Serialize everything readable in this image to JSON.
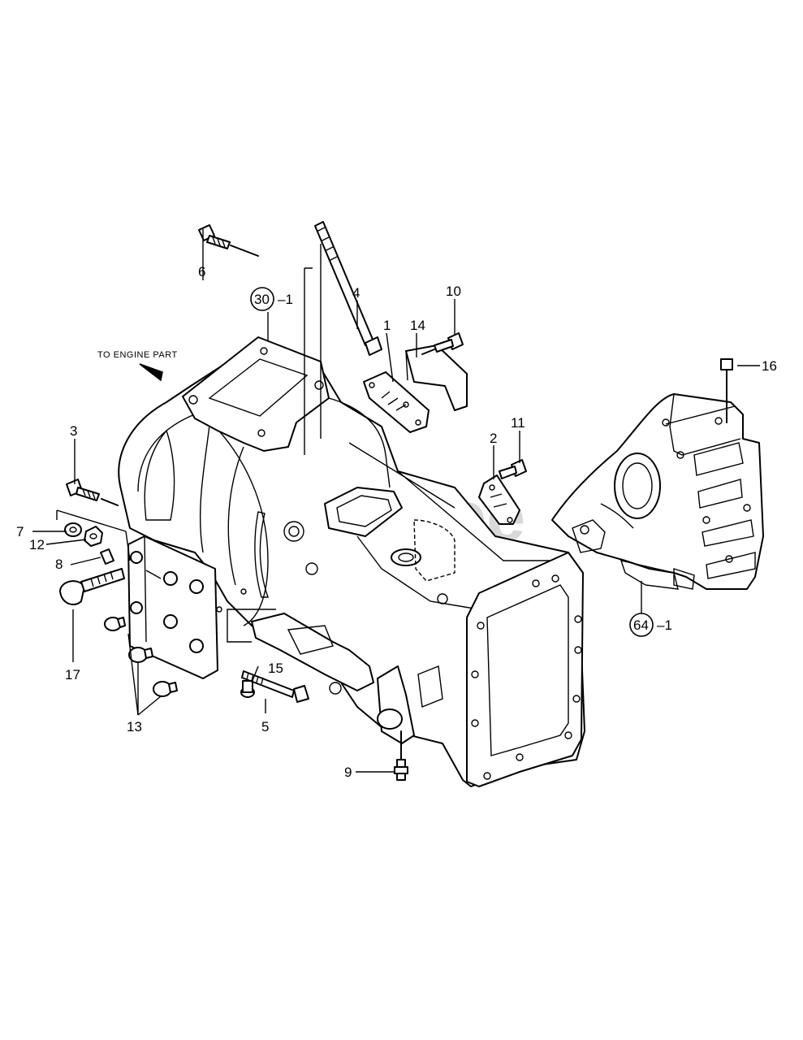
{
  "watermark": "PartsTree",
  "engine_note": "TO ENGINE PART",
  "callouts": {
    "c1": "1",
    "c2": "2",
    "c3": "3",
    "c4": "4",
    "c5": "5",
    "c6": "6",
    "c7": "7",
    "c8": "8",
    "c9": "9",
    "c10": "10",
    "c11": "11",
    "c12": "12",
    "c13": "13",
    "c14": "14",
    "c15": "15",
    "c16": "16",
    "c17": "17"
  },
  "references": {
    "r30": {
      "circle": "30",
      "suffix": "–1"
    },
    "r64": {
      "circle": "64",
      "suffix": "–1"
    }
  }
}
